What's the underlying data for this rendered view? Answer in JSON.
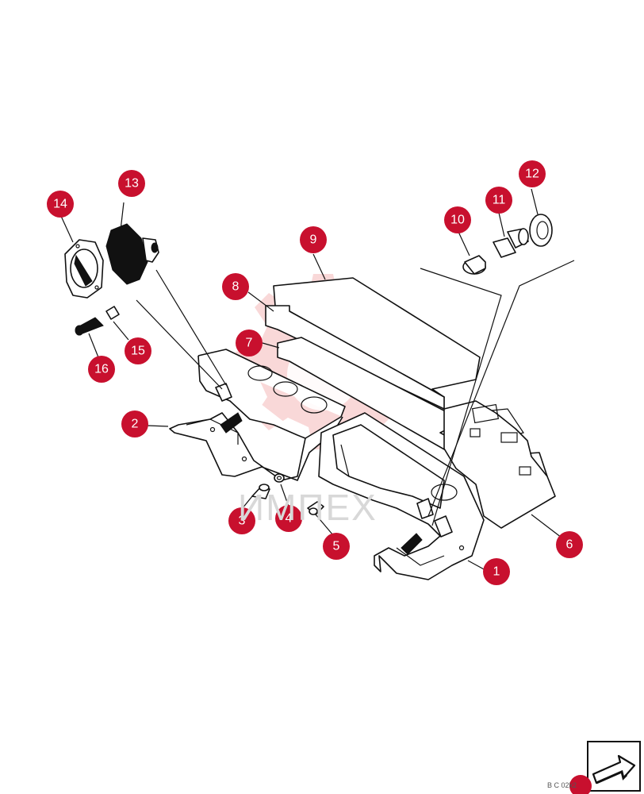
{
  "watermark": {
    "text": "ИМПЕХ"
  },
  "reference": {
    "code": "B C 02k2"
  },
  "callouts": [
    "1",
    "2",
    "3",
    "4",
    "5",
    "6",
    "7",
    "8",
    "9",
    "10",
    "11",
    "12",
    "13",
    "14",
    "15",
    "16"
  ],
  "colors": {
    "callout": "#c8102e",
    "watermark": "#f4b8b8",
    "line": "#111111"
  },
  "icons": {
    "nav": "next-page-arrow-icon"
  }
}
